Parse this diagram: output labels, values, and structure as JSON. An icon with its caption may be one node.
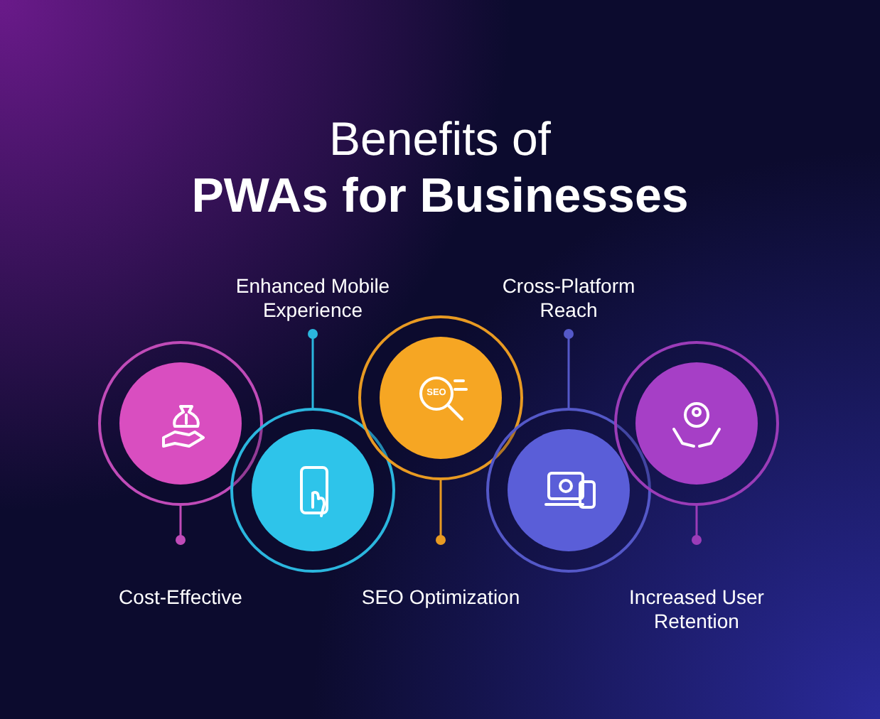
{
  "diagram": {
    "title": "Benefits of **PWAs for Businesses**",
    "nodes": [
      {
        "text": [],
        "shape": "circle"
      },
      {
        "text": [],
        "shape": "circle"
      },
      {
        "text": [],
        "shape": "circle"
      },
      {
        "text": [],
        "shape": "circle"
      },
      {
        "text": [],
        "shape": "circle"
      },
      {
        "text": [
          "Cost-Effective"
        ]
      },
      {
        "text": [
          "Enhanced Mobile Experience"
        ]
      },
      {
        "text": [
          "SEO Optimization"
        ]
      },
      {
        "text": [
          "Cross-Platform Reach"
        ]
      },
      {
        "text": [
          "Increased User Retention"
        ]
      }
    ],
    "edges": [
      {
        "from": 5,
        "to": 0,
        "arrow": "other",
        "color": "#c04bb8"
      },
      {
        "from": 6,
        "to": 1,
        "arrow": "other",
        "color": "#2bb6de"
      },
      {
        "from": 7,
        "to": 2,
        "arrow": "other",
        "color": "#e89a22"
      },
      {
        "from": 8,
        "to": 3,
        "arrow": "other",
        "color": "#5458c8"
      },
      {
        "from": 9,
        "to": 4,
        "arrow": "other",
        "color": "#9b3cb8"
      }
    ],
    "labels": [
      "SEO"
    ]
  }
}
